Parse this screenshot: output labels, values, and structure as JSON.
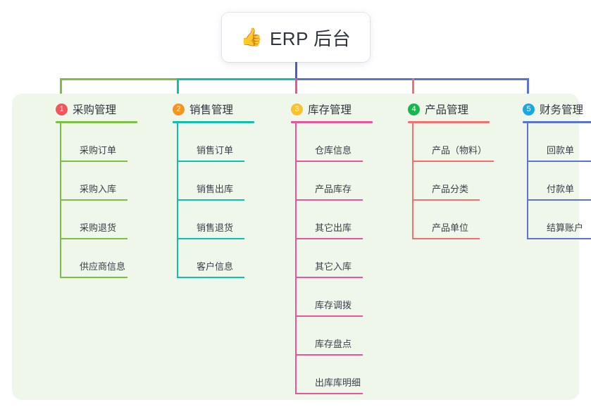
{
  "root": {
    "emoji": "👍",
    "emoji_name": "thumbs-up-emoji",
    "title": "ERP 后台"
  },
  "colors": {
    "page_background": "#ffffff",
    "panel_background": "#eef7ea",
    "card_background": "#ffffff",
    "text": "#32363f",
    "root_connector": "#4e5bbf",
    "green": "#7ac143",
    "teal": "#0fc0ae",
    "pink": "#e8559c",
    "red": "#f4706e",
    "blue": "#5a74cf",
    "badge_1": "#f2555c",
    "badge_2": "#f7941e",
    "badge_3": "#fbc02d",
    "badge_4": "#14b84b",
    "badge_5": "#19a7e5"
  },
  "connectors": {
    "root_drop": {
      "color": "#4e5bbf"
    },
    "bar_segments": [
      {
        "name": "bar-green",
        "color": "#7ac143"
      },
      {
        "name": "bar-teal",
        "color": "#0fc0ae"
      },
      {
        "name": "bar-blue",
        "color": "#5a74cf"
      }
    ],
    "drops": [
      {
        "name": "drop-1",
        "color": "#7ac143"
      },
      {
        "name": "drop-2",
        "color": "#0fc0ae"
      },
      {
        "name": "drop-3",
        "color": "#e8559c"
      },
      {
        "name": "drop-4",
        "color": "#f4706e"
      },
      {
        "name": "drop-5",
        "color": "#5a74cf"
      }
    ]
  },
  "columns": [
    {
      "index": "1",
      "title": "采购管理",
      "badge_color": "#f2555c",
      "line_color": "#7ac143",
      "items": [
        {
          "label": "采购订单"
        },
        {
          "label": "采购入库"
        },
        {
          "label": "采购退货"
        },
        {
          "label": "供应商信息"
        }
      ]
    },
    {
      "index": "2",
      "title": "销售管理",
      "badge_color": "#f7941e",
      "line_color": "#0fc0ae",
      "items": [
        {
          "label": "销售订单"
        },
        {
          "label": "销售出库"
        },
        {
          "label": "销售退货"
        },
        {
          "label": "客户信息"
        }
      ]
    },
    {
      "index": "3",
      "title": "库存管理",
      "badge_color": "#fbc02d",
      "line_color": "#e8559c",
      "items": [
        {
          "label": "仓库信息"
        },
        {
          "label": "产品库存"
        },
        {
          "label": "其它出库"
        },
        {
          "label": "其它入库"
        },
        {
          "label": "库存调拨"
        },
        {
          "label": "库存盘点"
        },
        {
          "label": "出库库明细"
        }
      ]
    },
    {
      "index": "4",
      "title": "产品管理",
      "badge_color": "#14b84b",
      "line_color": "#f4706e",
      "items": [
        {
          "label": "产品（物料）",
          "wide": true
        },
        {
          "label": "产品分类"
        },
        {
          "label": "产品单位"
        }
      ]
    },
    {
      "index": "5",
      "title": "财务管理",
      "badge_color": "#19a7e5",
      "line_color": "#5a74cf",
      "items": [
        {
          "label": "回款单"
        },
        {
          "label": "付款单"
        },
        {
          "label": "结算账户"
        }
      ]
    }
  ]
}
